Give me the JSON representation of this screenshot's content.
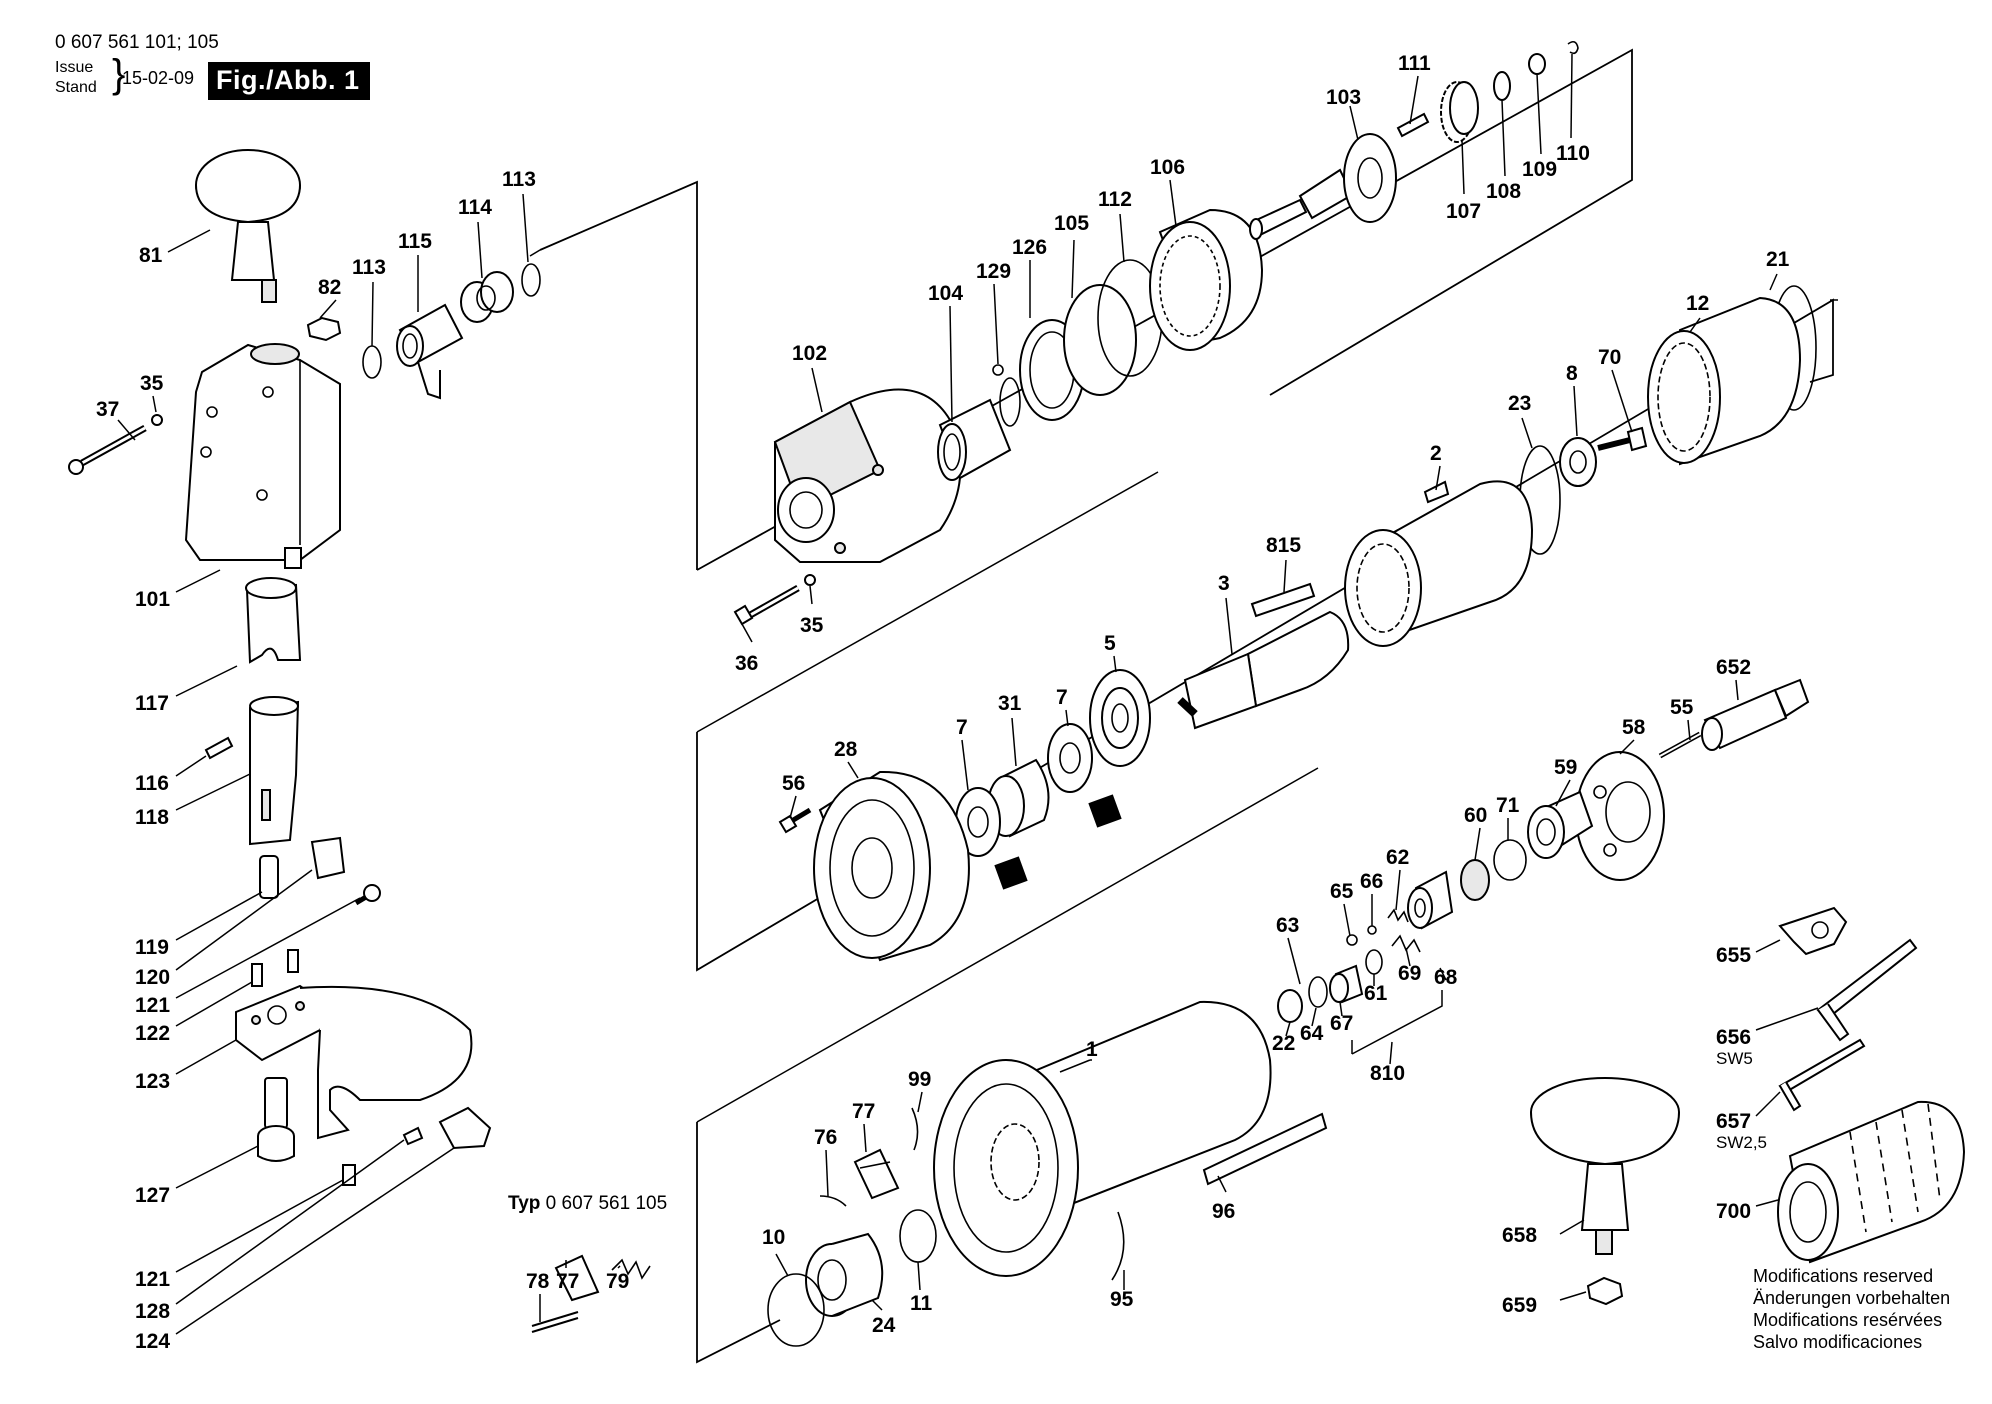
{
  "header": {
    "doc_number": "0 607 561 101; 105",
    "issue_line1": "Issue",
    "issue_line2": "Stand",
    "issue_date": "15-02-09",
    "figure_label": "Fig./Abb. 1"
  },
  "type_note": {
    "prefix": "Typ",
    "model": "0 607 561 105"
  },
  "notice_lines": [
    "Modifications reserved",
    "Änderungen vorbehalten",
    "Modifications resérvées",
    "Salvo modificaciones"
  ],
  "part_labels": [
    {
      "id": "81",
      "text": "81"
    },
    {
      "id": "82",
      "text": "82"
    },
    {
      "id": "113a",
      "text": "113"
    },
    {
      "id": "113b",
      "text": "113"
    },
    {
      "id": "114",
      "text": "114"
    },
    {
      "id": "115",
      "text": "115"
    },
    {
      "id": "35a",
      "text": "35"
    },
    {
      "id": "37",
      "text": "37"
    },
    {
      "id": "101",
      "text": "101"
    },
    {
      "id": "117",
      "text": "117"
    },
    {
      "id": "116",
      "text": "116"
    },
    {
      "id": "118",
      "text": "118"
    },
    {
      "id": "119",
      "text": "119"
    },
    {
      "id": "120",
      "text": "120"
    },
    {
      "id": "121a",
      "text": "121"
    },
    {
      "id": "122",
      "text": "122"
    },
    {
      "id": "123",
      "text": "123"
    },
    {
      "id": "127",
      "text": "127"
    },
    {
      "id": "121b",
      "text": "121"
    },
    {
      "id": "128",
      "text": "128"
    },
    {
      "id": "124",
      "text": "124"
    },
    {
      "id": "111",
      "text": "111"
    },
    {
      "id": "103",
      "text": "103"
    },
    {
      "id": "110",
      "text": "110"
    },
    {
      "id": "109",
      "text": "109"
    },
    {
      "id": "108",
      "text": "108"
    },
    {
      "id": "107",
      "text": "107"
    },
    {
      "id": "106",
      "text": "106"
    },
    {
      "id": "112",
      "text": "112"
    },
    {
      "id": "105",
      "text": "105"
    },
    {
      "id": "126",
      "text": "126"
    },
    {
      "id": "129",
      "text": "129"
    },
    {
      "id": "104",
      "text": "104"
    },
    {
      "id": "102",
      "text": "102"
    },
    {
      "id": "36",
      "text": "36"
    },
    {
      "id": "35b",
      "text": "35"
    },
    {
      "id": "21",
      "text": "21"
    },
    {
      "id": "12",
      "text": "12"
    },
    {
      "id": "70",
      "text": "70"
    },
    {
      "id": "8",
      "text": "8"
    },
    {
      "id": "23",
      "text": "23"
    },
    {
      "id": "2",
      "text": "2"
    },
    {
      "id": "815",
      "text": "815"
    },
    {
      "id": "3",
      "text": "3"
    },
    {
      "id": "5",
      "text": "5"
    },
    {
      "id": "7a",
      "text": "7"
    },
    {
      "id": "31",
      "text": "31"
    },
    {
      "id": "7b",
      "text": "7"
    },
    {
      "id": "28",
      "text": "28"
    },
    {
      "id": "56",
      "text": "56"
    },
    {
      "id": "652",
      "text": "652"
    },
    {
      "id": "55",
      "text": "55"
    },
    {
      "id": "58",
      "text": "58"
    },
    {
      "id": "59",
      "text": "59"
    },
    {
      "id": "71",
      "text": "71"
    },
    {
      "id": "60",
      "text": "60"
    },
    {
      "id": "62",
      "text": "62"
    },
    {
      "id": "66",
      "text": "66"
    },
    {
      "id": "65",
      "text": "65"
    },
    {
      "id": "63",
      "text": "63"
    },
    {
      "id": "68",
      "text": "68"
    },
    {
      "id": "69",
      "text": "69"
    },
    {
      "id": "61",
      "text": "61"
    },
    {
      "id": "67",
      "text": "67"
    },
    {
      "id": "64",
      "text": "64"
    },
    {
      "id": "22",
      "text": "22"
    },
    {
      "id": "810",
      "text": "810"
    },
    {
      "id": "1",
      "text": "1"
    },
    {
      "id": "99",
      "text": "99"
    },
    {
      "id": "77a",
      "text": "77"
    },
    {
      "id": "76",
      "text": "76"
    },
    {
      "id": "96",
      "text": "96"
    },
    {
      "id": "95",
      "text": "95"
    },
    {
      "id": "10",
      "text": "10"
    },
    {
      "id": "24",
      "text": "24"
    },
    {
      "id": "11",
      "text": "11"
    },
    {
      "id": "78",
      "text": "78"
    },
    {
      "id": "77b",
      "text": "77"
    },
    {
      "id": "79",
      "text": "79"
    },
    {
      "id": "655",
      "text": "655"
    },
    {
      "id": "656",
      "text": "656"
    },
    {
      "id": "657",
      "text": "657"
    },
    {
      "id": "700",
      "text": "700"
    },
    {
      "id": "658",
      "text": "658"
    },
    {
      "id": "659",
      "text": "659"
    }
  ],
  "sub_labels": [
    {
      "id": "sw5",
      "text": "SW5"
    },
    {
      "id": "sw25",
      "text": "SW2,5"
    }
  ]
}
